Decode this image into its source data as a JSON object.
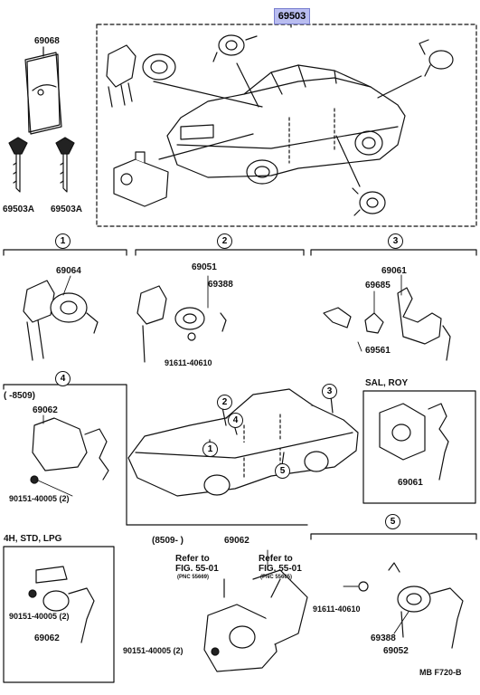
{
  "main_part": "69503",
  "callouts": {
    "c1": "1",
    "c2": "2",
    "c3": "3",
    "c4": "4",
    "c5": "5",
    "car_1": "1",
    "car_2": "2",
    "car_3": "3",
    "car_4": "4",
    "car_5": "5"
  },
  "parts": {
    "p69068": "69068",
    "p69503A_1": "69503A",
    "p69503A_2": "69503A",
    "p69064": "69064",
    "p69051": "69051",
    "p69388_a": "69388",
    "p91611_a": "91611-40610",
    "p69061_a": "69061",
    "p69685": "69685",
    "p69561": "69561",
    "p69062_a": "69062",
    "p90151_a": "90151-40005 (2)",
    "p69061_b": "69061",
    "p90151_b": "90151-40005 (2)",
    "p69062_b": "69062",
    "p69062_c": "69062",
    "p90151_c": "90151-40005 (2)",
    "p91611_b": "91611-40610",
    "p69388_b": "69388",
    "p69052": "69052"
  },
  "section_labels": {
    "date_to": "(      -8509)",
    "date_from": "(8509-     )",
    "sal_roy": "SAL, ROY",
    "variant_4h": "4H, STD, LPG",
    "refer_left_1": "Refer to",
    "refer_left_2": "FIG. 55-01",
    "refer_left_3": "(PNC 55669)",
    "refer_right_1": "Refer to",
    "refer_right_2": "FIG. 55-01",
    "refer_right_3": "(PNC 55665)"
  },
  "footer_code": "MB  F720-B"
}
